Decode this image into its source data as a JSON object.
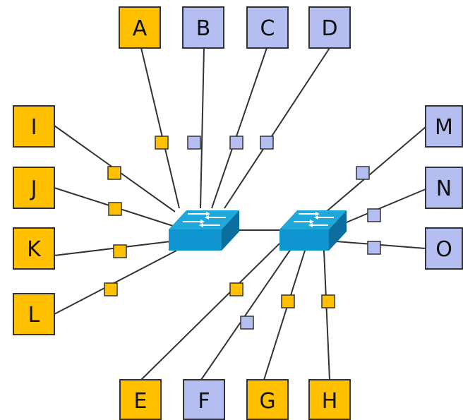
{
  "colors": {
    "orange": "#FFC000",
    "lavender": "#B4BEF0",
    "stroke": "#333333",
    "switch_top": "#1EA8DC",
    "switch_front": "#0E94CF",
    "switch_side": "#0A6F9E"
  },
  "nodes": [
    {
      "id": "A",
      "label": "A",
      "color": "orange"
    },
    {
      "id": "B",
      "label": "B",
      "color": "lavender"
    },
    {
      "id": "C",
      "label": "C",
      "color": "lavender"
    },
    {
      "id": "D",
      "label": "D",
      "color": "lavender"
    },
    {
      "id": "E",
      "label": "E",
      "color": "orange"
    },
    {
      "id": "F",
      "label": "F",
      "color": "lavender"
    },
    {
      "id": "G",
      "label": "G",
      "color": "orange"
    },
    {
      "id": "H",
      "label": "H",
      "color": "orange"
    },
    {
      "id": "I",
      "label": "I",
      "color": "orange"
    },
    {
      "id": "J",
      "label": "J",
      "color": "orange"
    },
    {
      "id": "K",
      "label": "K",
      "color": "orange"
    },
    {
      "id": "L",
      "label": "L",
      "color": "orange"
    },
    {
      "id": "M",
      "label": "M",
      "color": "lavender"
    },
    {
      "id": "N",
      "label": "N",
      "color": "lavender"
    },
    {
      "id": "O",
      "label": "O",
      "color": "lavender"
    }
  ],
  "switches": [
    {
      "id": "switch-left",
      "icon": "network-switch-icon"
    },
    {
      "id": "switch-right",
      "icon": "network-switch-icon"
    }
  ],
  "links": [
    {
      "from": "A",
      "to": "switch-left",
      "port_color": "orange"
    },
    {
      "from": "B",
      "to": "switch-left",
      "port_color": "lavender"
    },
    {
      "from": "C",
      "to": "switch-left",
      "port_color": "lavender"
    },
    {
      "from": "D",
      "to": "switch-left",
      "port_color": "lavender"
    },
    {
      "from": "I",
      "to": "switch-left",
      "port_color": "orange"
    },
    {
      "from": "J",
      "to": "switch-left",
      "port_color": "orange"
    },
    {
      "from": "K",
      "to": "switch-left",
      "port_color": "orange"
    },
    {
      "from": "L",
      "to": "switch-left",
      "port_color": "orange"
    },
    {
      "from": "E",
      "to": "switch-right",
      "port_color": "orange"
    },
    {
      "from": "F",
      "to": "switch-right",
      "port_color": "lavender"
    },
    {
      "from": "G",
      "to": "switch-right",
      "port_color": "orange"
    },
    {
      "from": "H",
      "to": "switch-right",
      "port_color": "orange"
    },
    {
      "from": "M",
      "to": "switch-right",
      "port_color": "lavender"
    },
    {
      "from": "N",
      "to": "switch-right",
      "port_color": "lavender"
    },
    {
      "from": "O",
      "to": "switch-right",
      "port_color": "lavender"
    },
    {
      "from": "switch-left",
      "to": "switch-right",
      "port_color": ""
    }
  ]
}
